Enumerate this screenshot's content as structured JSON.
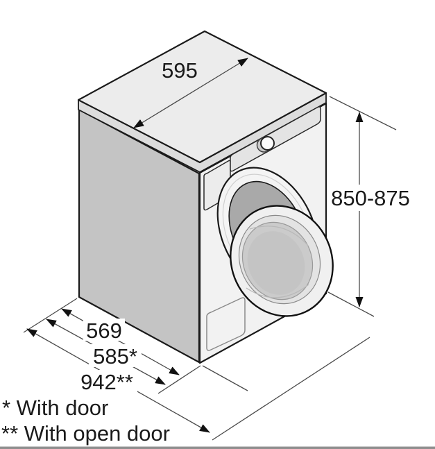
{
  "diagram_title": "washing-machine-dimension-diagram",
  "dimensions": {
    "top_width": {
      "value": "595"
    },
    "height": {
      "value": "850-875"
    },
    "depth_cabinet": {
      "value": "569"
    },
    "depth_with_door": {
      "value": "585*"
    },
    "depth_with_open_door": {
      "value": "942**"
    }
  },
  "footnotes": {
    "with_door": "* With door",
    "with_open_door": "** With open door"
  },
  "colors": {
    "outline": "#1a1a1a",
    "top_face": "#ececec",
    "side_face": "#c4c4c4",
    "front_face": "#f2f2f2",
    "lip_face": "#dcdcdc",
    "control_panel": "#e4e4e4",
    "drum": "#a9a9a9",
    "door_glass": "#cbcbcb",
    "dimension_line": "#4a4a4a",
    "text": "#1a1a1a"
  }
}
